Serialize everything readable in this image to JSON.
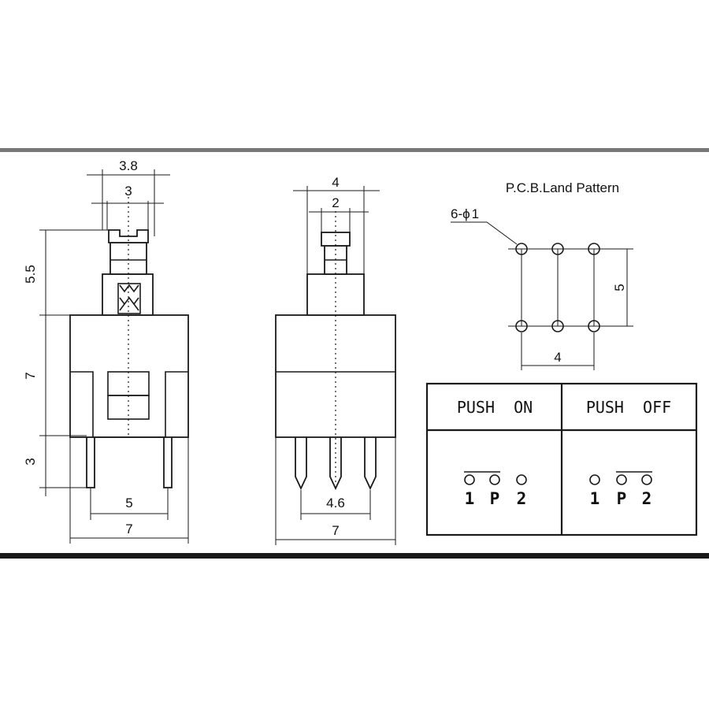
{
  "side_view": {
    "dim_top_outer": "3.8",
    "dim_top_inner": "3",
    "dim_actuator_height": "5.5",
    "dim_body_height": "7",
    "dim_pin_length": "3",
    "dim_pin_spacing": "5",
    "dim_body_width": "7"
  },
  "front_view": {
    "dim_top_outer": "4",
    "dim_top_inner": "2",
    "dim_pin_spacing": "4.6",
    "dim_body_width": "7"
  },
  "land_pattern": {
    "title": "P.C.B.Land Pattern",
    "hole_callout": "6-",
    "hole_symbol": "ϕ",
    "hole_size": "1",
    "dim_vertical": "5",
    "dim_horizontal": "4"
  },
  "switch_table": {
    "headers": [
      "PUSH  ON",
      "PUSH  OFF"
    ],
    "push_on_pins": [
      "1",
      "P",
      "2"
    ],
    "push_off_pins": [
      "1",
      "P",
      "2"
    ]
  }
}
